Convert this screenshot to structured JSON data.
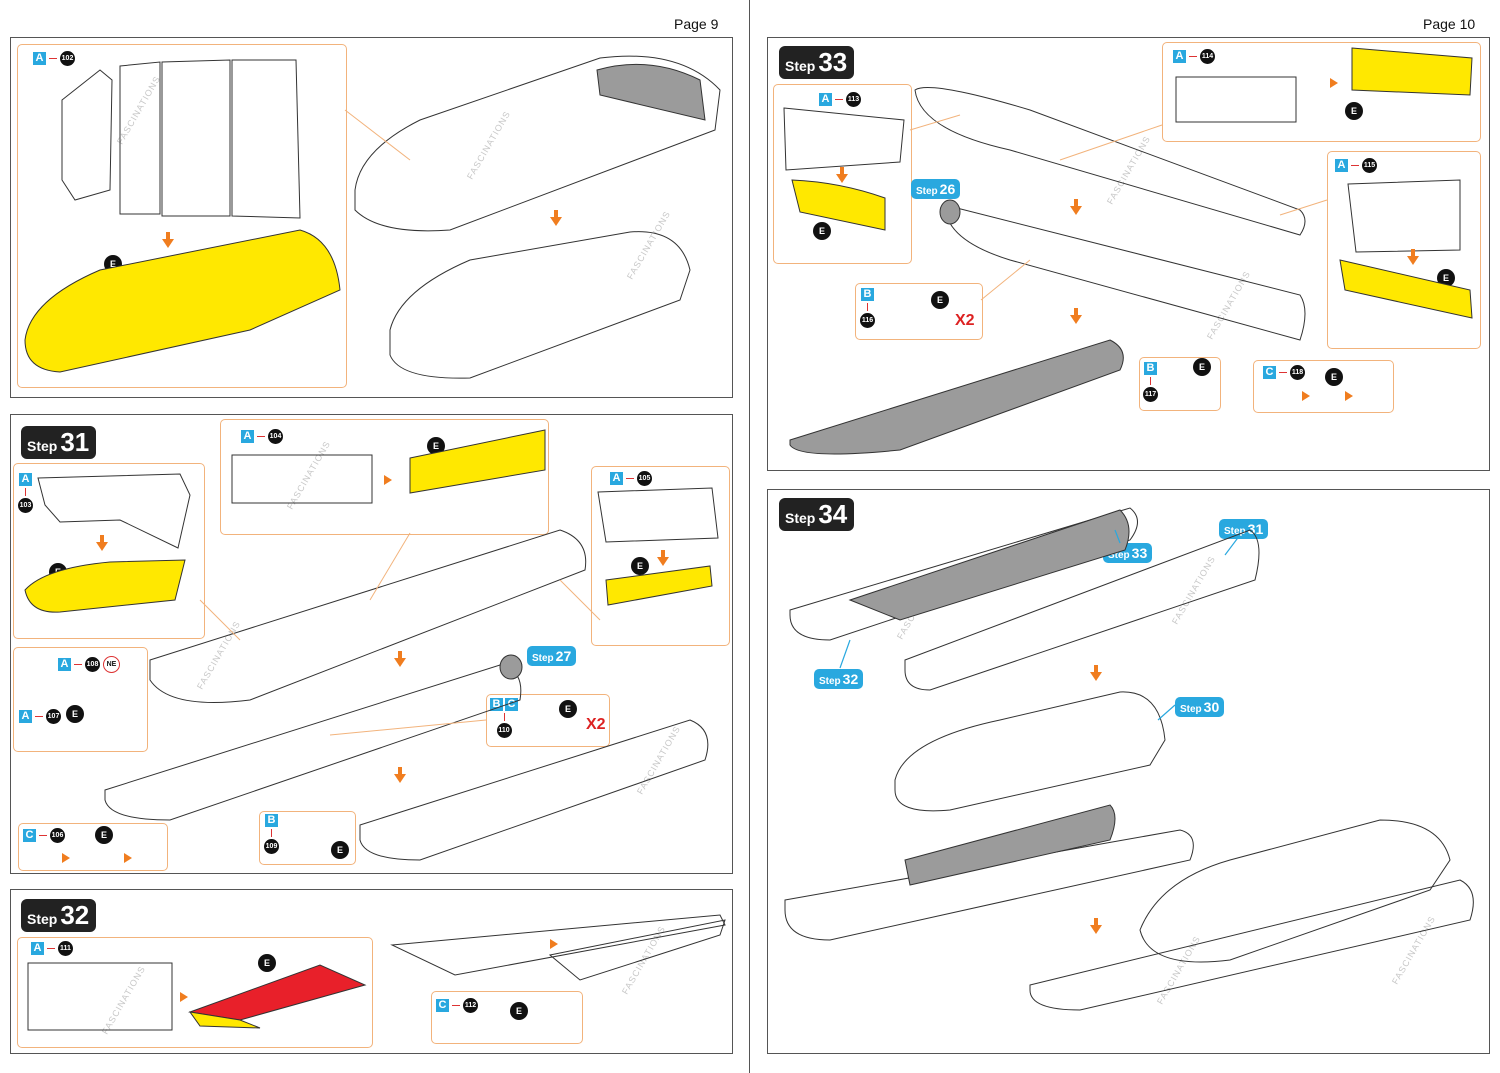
{
  "pages": {
    "left": "Page 9",
    "right": "Page 10"
  },
  "step_word": "Step",
  "watermark": "FASCINATIONS",
  "callout_marker": "E",
  "steps": {
    "s31": "31",
    "s32": "32",
    "s33": "33",
    "s34": "34"
  },
  "parts": {
    "p102": {
      "sheet": "A",
      "num": "102"
    },
    "p103": {
      "sheet": "A",
      "num": "103"
    },
    "p104": {
      "sheet": "A",
      "num": "104"
    },
    "p105": {
      "sheet": "A",
      "num": "105"
    },
    "p106": {
      "sheet": "C",
      "num": "106"
    },
    "p107": {
      "sheet": "A",
      "num": "107"
    },
    "p108": {
      "sheet": "A",
      "num": "108",
      "extra": "NE"
    },
    "p109": {
      "sheet": "B",
      "num": "109"
    },
    "p110": {
      "sheet": "B",
      "sheet2": "C",
      "num": "110",
      "qty": "X2"
    },
    "p111": {
      "sheet": "A",
      "num": "111"
    },
    "p112": {
      "sheet": "C",
      "num": "112"
    },
    "p113": {
      "sheet": "A",
      "num": "113"
    },
    "p114": {
      "sheet": "A",
      "num": "114"
    },
    "p115": {
      "sheet": "A",
      "num": "115"
    },
    "p116": {
      "sheet": "B",
      "num": "116",
      "qty": "X2"
    },
    "p117": {
      "sheet": "B",
      "num": "117"
    },
    "p118": {
      "sheet": "C",
      "num": "118"
    }
  },
  "refs": {
    "r27": "27",
    "r26": "26",
    "r33": "33",
    "r31": "31",
    "r32": "32",
    "r30": "30"
  },
  "colors": {
    "accent": "#29a8df",
    "arrow": "#f07d1f",
    "highlight": "#ffe800",
    "part_red": "#e8202a",
    "frame_orange": "#f2b37c",
    "assembled_grey": "#9b9b9b"
  }
}
